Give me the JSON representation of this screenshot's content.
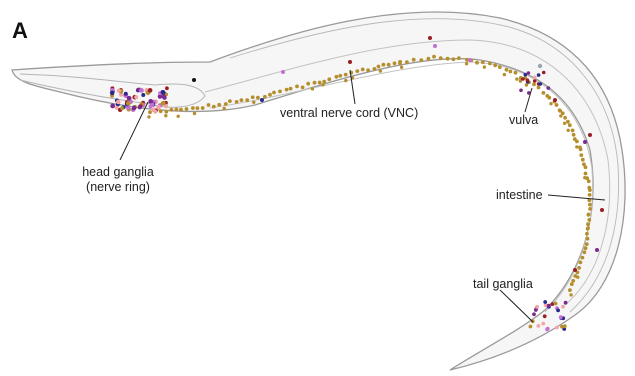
{
  "panel_label": "A",
  "labels": {
    "head": [
      "head ganglia",
      "(nerve ring)"
    ],
    "vnc": "ventral nerve cord (VNC)",
    "vulva": "vulva",
    "intestine": "intestine",
    "tail": "tail ganglia"
  },
  "colors": {
    "body_outline": "#9a9a9a",
    "body_fill": "#f4f4f4",
    "vnc_dot": "#b58f2e",
    "ganglion_dots": [
      "#2a2a8c",
      "#9b1e26",
      "#f2a6a6",
      "#7a2a8f",
      "#b58f2e",
      "#c36fd4"
    ]
  }
}
